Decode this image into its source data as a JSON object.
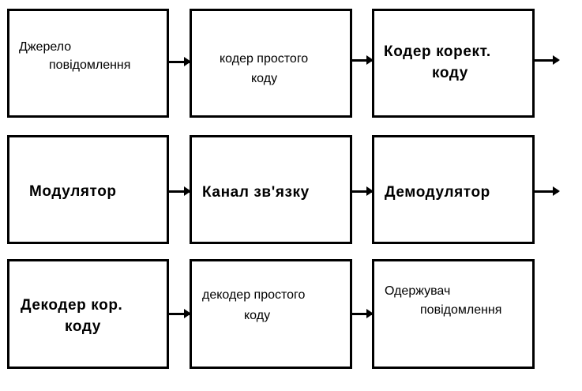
{
  "blocks": {
    "source": {
      "line1": "Джерело",
      "line2": "повідомлення"
    },
    "src_coder": {
      "line1": "кодер простого",
      "line2": "коду"
    },
    "corr_coder": {
      "line1": "Кодер корект.",
      "line2": "коду"
    },
    "modulator": {
      "line1": "Модулятор"
    },
    "channel": {
      "line1": "Канал зв'язку"
    },
    "demodulator": {
      "line1": "Демодулятор"
    },
    "corr_decoder": {
      "line1": "Декодер кор.",
      "line2": "коду"
    },
    "src_decoder": {
      "line1": "декодер простого",
      "line2": "коду"
    },
    "receiver": {
      "line1": "Одержувач",
      "line2": "повідомлення"
    }
  },
  "colors": {
    "border": "#000000",
    "background": "#ffffff"
  }
}
